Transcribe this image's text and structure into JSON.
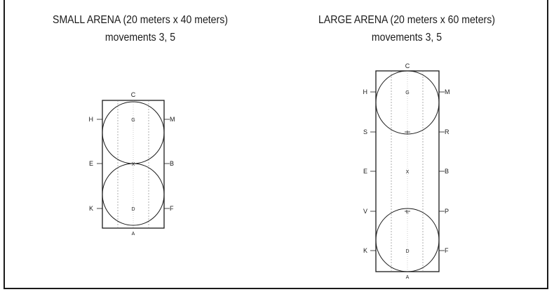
{
  "small_arena": {
    "title": "SMALL ARENA (20 meters x 40 meters)",
    "subtitle": "movements 3, 5",
    "letters": {
      "top": "C",
      "bottom": "A",
      "left_1": "H",
      "left_2": "E",
      "left_3": "K",
      "right_1": "M",
      "right_2": "B",
      "right_3": "F",
      "center_1": "G",
      "center_2": "X",
      "center_3": "D"
    }
  },
  "large_arena": {
    "title": "LARGE ARENA (20 meters x 60 meters)",
    "subtitle": "movements 3, 5",
    "letters": {
      "top": "C",
      "bottom": "A",
      "left_1": "H",
      "left_2": "S",
      "left_3": "E",
      "left_4": "V",
      "left_5": "K",
      "right_1": "M",
      "right_2": "R",
      "right_3": "B",
      "right_4": "P",
      "right_5": "F",
      "center_1": "G",
      "center_2": "I",
      "center_3": "X",
      "center_4": "L",
      "center_5": "D"
    }
  }
}
